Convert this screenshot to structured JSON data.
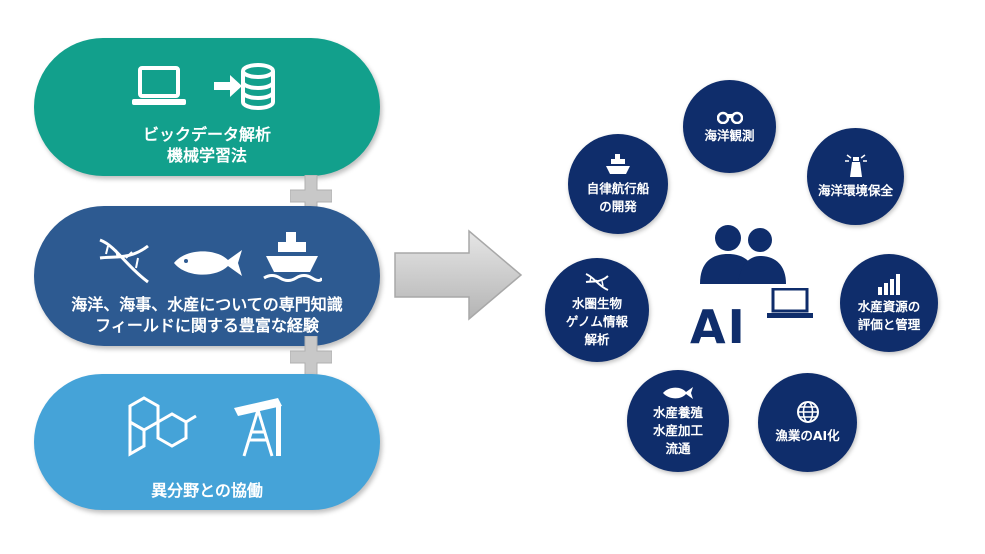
{
  "colors": {
    "teal": "#12a08c",
    "navy_blue": "#2d5a91",
    "sky_blue": "#45a3d8",
    "circle_navy": "#0f2d6b",
    "gray": "#c8c8c8"
  },
  "left_panel": {
    "pill_1": {
      "line_1": "ビックデータ解析",
      "line_2": "機械学習法",
      "icons": [
        "laptop-icon",
        "database-import-icon"
      ]
    },
    "pill_2": {
      "line_1": "海洋、海事、水産についての専門知識",
      "line_2": "フィールドに関する豊富な経験",
      "icons": [
        "dna-icon",
        "fish-icon",
        "ship-icon"
      ]
    },
    "pill_3": {
      "line_1": "異分野との協働",
      "icons": [
        "molecule-icon",
        "oil-pump-icon"
      ]
    }
  },
  "center": {
    "label": "AI",
    "icons": [
      "people-icon",
      "laptop-icon"
    ]
  },
  "circles": [
    {
      "lines": [
        "海洋観測"
      ],
      "icon": "binoculars-icon"
    },
    {
      "lines": [
        "海洋環境保全"
      ],
      "icon": "lighthouse-icon"
    },
    {
      "lines": [
        "水産資源の",
        "評価と管理"
      ],
      "icon": "bar-chart-icon"
    },
    {
      "lines": [
        "漁業のAI化"
      ],
      "icon": "globe-icon"
    },
    {
      "lines": [
        "水産養殖",
        "水産加工",
        "流通"
      ],
      "icon": "fish-icon"
    },
    {
      "lines": [
        "水圏生物",
        "ゲノム情報",
        "解析"
      ],
      "icon": "dna-icon"
    },
    {
      "lines": [
        "自律航行船",
        "の開発"
      ],
      "icon": "ship-icon"
    }
  ]
}
